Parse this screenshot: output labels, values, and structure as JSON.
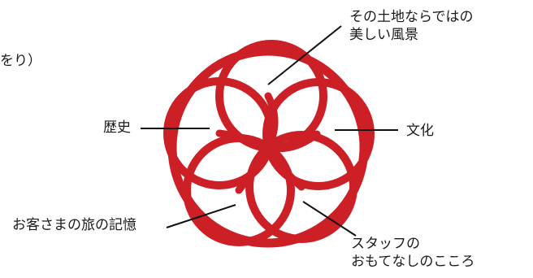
{
  "colors": {
    "emblem_red": "#cc1f26",
    "text": "#1a1a1a",
    "leader_line": "#111111"
  },
  "partial_text": "をり）",
  "labels": {
    "top_right_line1": "その土地ならではの",
    "top_right_line2": "美しい風景",
    "left": "歴史",
    "right": "文化",
    "bottom_left": "お客さまの旅の記憶",
    "bottom_right_line1": "スタッフの",
    "bottom_right_line2": "おもてなしのこころ"
  }
}
